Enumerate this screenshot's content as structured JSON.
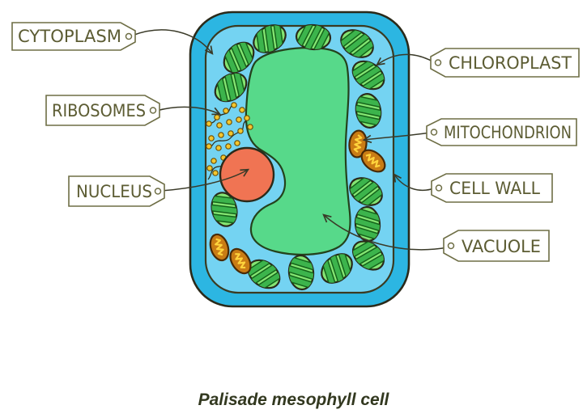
{
  "diagram": {
    "caption": "Palisade mesophyll cell",
    "labels": {
      "cytoplasm": "CYTOPLASM",
      "ribosomes": "RIBOSOMES",
      "nucleus": "NUCLEUS",
      "chloroplast": "CHLOROPLAST",
      "mitochondrion": "MITOCHONDRION",
      "cell_wall": "CELL WALL",
      "vacuole": "VACUOLE"
    },
    "colors": {
      "cell_wall": "#2cb6e2",
      "cytoplasm": "#74d3f2",
      "vacuole": "#57d98a",
      "chloroplast_body": "#85e573",
      "chloroplast_stripe": "#3cb44c",
      "mitochondrion_body": "#c97c15",
      "mitochondrion_outline": "#4a2a05",
      "mitochondrion_cristae": "#ffd43c",
      "nucleus": "#f07453",
      "ribosome": "#f4c62d",
      "outline": "#2a2a1a",
      "label": "#5c5c33"
    },
    "organelle_counts": {
      "chloroplasts": 14,
      "mitochondria": 4,
      "ribosome_dots": 24,
      "nucleus": 1
    }
  }
}
